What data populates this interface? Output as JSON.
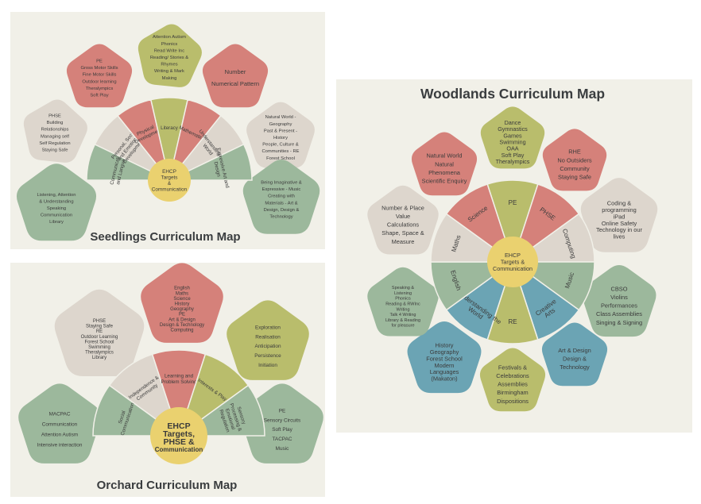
{
  "colors": {
    "coral": "#d5817a",
    "olive": "#b9bd6c",
    "beige": "#ddd6cd",
    "sage": "#9cb89c",
    "blue": "#6ba4b4",
    "center": "#ead16f",
    "background": "#f1f0e8"
  },
  "seedlings": {
    "title": "Seedlings Curriculum Map",
    "center": [
      "EHCP",
      "Targets",
      "&",
      "Communication"
    ],
    "wedges": [
      {
        "lines": [
          "Communication",
          "and Language"
        ],
        "color": "sage"
      },
      {
        "lines": [
          "Personal, Social,",
          "and Emotional",
          "Development"
        ],
        "color": "beige"
      },
      {
        "lines": [
          "Physical",
          "Development"
        ],
        "color": "coral"
      },
      {
        "lines": [
          "Literacy"
        ],
        "color": "olive"
      },
      {
        "lines": [
          "Mathematics"
        ],
        "color": "coral"
      },
      {
        "lines": [
          "Understanding the",
          "World"
        ],
        "color": "beige"
      },
      {
        "lines": [
          "Expressive Art and",
          "Design"
        ],
        "color": "sage"
      }
    ],
    "petals": [
      {
        "name": "petal-cl",
        "color": "sage",
        "lines": [
          "Listening, Attention",
          "& Understanding",
          "Speaking",
          "Communication",
          "Library"
        ]
      },
      {
        "name": "petal-psed",
        "color": "beige",
        "lines": [
          "PHSE",
          "Building",
          "Relationships",
          "Managing self",
          "Self Regulation",
          "Staying Safe"
        ]
      },
      {
        "name": "petal-pd",
        "color": "coral",
        "lines": [
          "PE",
          "Gross Motor Skills",
          "Fine Motor Skills",
          "Outdoor learning",
          "Theralympics",
          "Soft Play"
        ]
      },
      {
        "name": "petal-literacy",
        "color": "olive",
        "lines": [
          "Attention Autism",
          "Phonics",
          "Read Write Inc",
          "Reading/ Stories &",
          "Rhymes",
          "Writing & Mark",
          "Making"
        ]
      },
      {
        "name": "petal-maths",
        "color": "coral",
        "lines": [
          "Number",
          "Numerical Pattern"
        ]
      },
      {
        "name": "petal-utw",
        "color": "beige",
        "lines": [
          "Natural World -",
          "Geography",
          "Past & Present -",
          "History",
          "People, Culture &",
          "Communities - RE",
          "Forest School"
        ]
      },
      {
        "name": "petal-ead",
        "color": "sage",
        "lines": [
          "Being Imaginative &",
          "Expressive - Music",
          "Creating with",
          "Materials - Art &",
          "Design, Design &",
          "Technology"
        ]
      }
    ]
  },
  "orchard": {
    "title": "Orchard Curriculum Map",
    "center": [
      "EHCP",
      "Targets,",
      "PHSE &",
      "Communication"
    ],
    "wedges": [
      {
        "lines": [
          "Social",
          "Communication"
        ],
        "color": "sage"
      },
      {
        "lines": [
          "Independence &",
          "Community"
        ],
        "color": "beige"
      },
      {
        "lines": [
          "Learning and",
          "Problem Solving"
        ],
        "color": "coral"
      },
      {
        "lines": [
          "Interests & Play"
        ],
        "color": "olive"
      },
      {
        "lines": [
          "Sensory",
          "Processing &",
          "Emotional",
          "Regulation"
        ],
        "color": "sage"
      }
    ],
    "petals": [
      {
        "name": "petal-social",
        "color": "sage",
        "lines": [
          "MACPAC",
          "Communication",
          "Attention Autism",
          "Intensive interaction"
        ]
      },
      {
        "name": "petal-independence",
        "color": "beige",
        "lines": [
          "PHSE",
          "Staying Safe",
          "RE",
          "Outdoor Learning",
          "Forest School",
          "Swimming",
          "Theralympics",
          "Library"
        ]
      },
      {
        "name": "petal-learning",
        "color": "coral",
        "lines": [
          "English",
          "Maths",
          "Science",
          "History",
          "Geography",
          "PE",
          "Art & Design",
          "Design & Technology",
          "Computing"
        ]
      },
      {
        "name": "petal-interests",
        "color": "olive",
        "lines": [
          "Exploration",
          "Realisation",
          "Anticipation",
          "Persistence",
          "Initiation"
        ]
      },
      {
        "name": "petal-sensory",
        "color": "sage",
        "lines": [
          "PE",
          "Sensory Circuits",
          "Soft Play",
          "TACPAC",
          "Music"
        ]
      }
    ]
  },
  "woodlands": {
    "title": "Woodlands Curriculum Map",
    "center": [
      "EHCP",
      "Targets &",
      "Communication"
    ],
    "wedges": [
      {
        "label": "PE",
        "color": "olive"
      },
      {
        "label": "PHSE",
        "color": "coral"
      },
      {
        "label": "Computing",
        "color": "beige"
      },
      {
        "label": "Music",
        "color": "sage"
      },
      {
        "label": "Creative Arts",
        "color": "blue"
      },
      {
        "label": "RE",
        "color": "olive"
      },
      {
        "label": "Understanding the World",
        "color": "blue"
      },
      {
        "label": "English",
        "color": "sage"
      },
      {
        "label": "Maths",
        "color": "beige"
      },
      {
        "label": "Science",
        "color": "coral"
      }
    ],
    "petals": [
      {
        "name": "petal-pe",
        "color": "olive",
        "lines": [
          "Dance",
          "Gymnastics",
          "Games",
          "Swimming",
          "OAA",
          "Soft Play",
          "Theralympics"
        ]
      },
      {
        "name": "petal-phse",
        "color": "coral",
        "lines": [
          "RHE",
          "No Outsiders",
          "Community",
          "Staying Safe"
        ]
      },
      {
        "name": "petal-computing",
        "color": "beige",
        "lines": [
          "Coding &",
          "programming",
          "iPad",
          "Online Safety",
          "Technology in our",
          "lives"
        ]
      },
      {
        "name": "petal-music",
        "color": "sage",
        "lines": [
          "CBSO",
          "Violins",
          "Performances",
          "Class Assemblies",
          "Singing &  Signing"
        ]
      },
      {
        "name": "petal-creative",
        "color": "blue",
        "lines": [
          "Art & Design",
          "Design &",
          "Technology"
        ]
      },
      {
        "name": "petal-re",
        "color": "olive",
        "lines": [
          "Festivals &",
          "Celebrations",
          "Assemblies",
          "Birmingham",
          "Dispositions"
        ]
      },
      {
        "name": "petal-utw",
        "color": "blue",
        "lines": [
          "History",
          "Geography",
          "Forest School",
          "Modern",
          "Languages",
          "(Makaton)"
        ]
      },
      {
        "name": "petal-english",
        "color": "sage",
        "lines": [
          "Speaking &",
          "Listening",
          "Phonics",
          "Reading & RWInc",
          "Writing",
          "Talk 4 Writing",
          "Library & Reading",
          "for pleasure"
        ]
      },
      {
        "name": "petal-maths",
        "color": "beige",
        "lines": [
          "Number & Place",
          "Value",
          "Calculations",
          "Shape, Space &",
          "Measure"
        ]
      },
      {
        "name": "petal-science",
        "color": "coral",
        "lines": [
          "Natural World",
          "Natural",
          "Phenomena",
          "Scientific Enquiry"
        ]
      }
    ]
  }
}
